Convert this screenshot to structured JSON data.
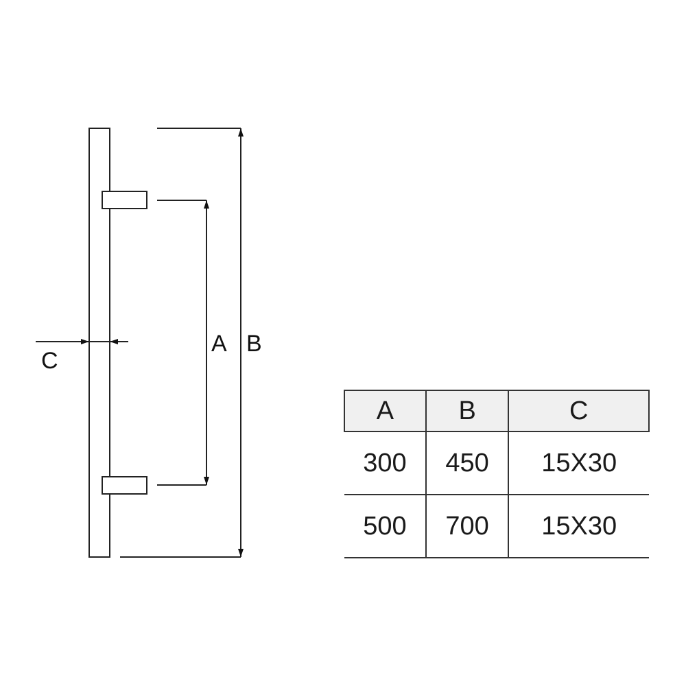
{
  "diagram": {
    "labels": {
      "a": "A",
      "b": "B",
      "c": "C"
    }
  },
  "table": {
    "headers": [
      "A",
      "B",
      "C"
    ],
    "rows": [
      [
        "300",
        "450",
        "15X30"
      ],
      [
        "500",
        "700",
        "15X30"
      ]
    ]
  }
}
